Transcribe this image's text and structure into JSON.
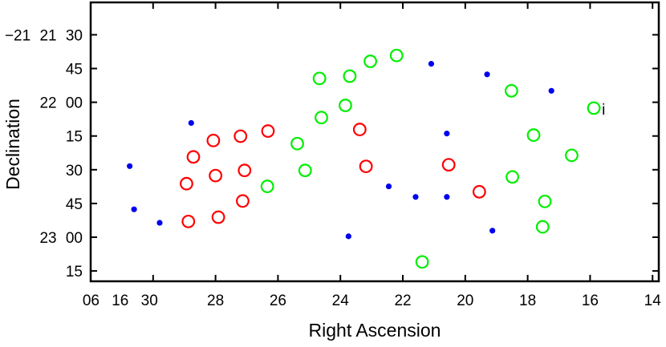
{
  "chart_data": {
    "type": "scatter",
    "title": "",
    "xlabel": "Right Ascension",
    "ylabel": "Declination",
    "xlim": [
      "06:16:32.0",
      "06:16:13.8"
    ],
    "ylim": [
      "-21:21:15.6",
      "-21:23:19.6"
    ],
    "x_reversed": true,
    "grid": false,
    "x_ticks": [
      {
        "value": "06:16:30",
        "label": "06 16 30"
      },
      {
        "value": "06:16:28",
        "label": "28"
      },
      {
        "value": "06:16:26",
        "label": "26"
      },
      {
        "value": "06:16:24",
        "label": "24"
      },
      {
        "value": "06:16:22",
        "label": "22"
      },
      {
        "value": "06:16:20",
        "label": "20"
      },
      {
        "value": "06:16:18",
        "label": "18"
      },
      {
        "value": "06:16:16",
        "label": "16"
      },
      {
        "value": "06:16:14",
        "label": "14"
      }
    ],
    "y_ticks": [
      {
        "value": "-21:21:30",
        "label": "−21 21 30"
      },
      {
        "value": "-21:21:45",
        "label": "45"
      },
      {
        "value": "-21:22:00",
        "label": "22 00"
      },
      {
        "value": "-21:22:15",
        "label": "15"
      },
      {
        "value": "-21:22:30",
        "label": "30"
      },
      {
        "value": "-21:22:45",
        "label": "45"
      },
      {
        "value": "-21:23:00",
        "label": "23 00"
      },
      {
        "value": "-21:23:15",
        "label": "15"
      }
    ],
    "series": [
      {
        "marker": "open-circle",
        "color": "#ff0000",
        "points": [
          [
            "06:16:28.07",
            "-21:22:17.0"
          ],
          [
            "06:16:27.20",
            "-21:22:15.1"
          ],
          [
            "06:16:26.32",
            "-21:22:12.8"
          ],
          [
            "06:16:28.71",
            "-21:22:24.3"
          ],
          [
            "06:16:28.00",
            "-21:22:32.6"
          ],
          [
            "06:16:27.07",
            "-21:22:30.3"
          ],
          [
            "06:16:28.93",
            "-21:22:36.2"
          ],
          [
            "06:16:27.13",
            "-21:22:43.9"
          ],
          [
            "06:16:28.87",
            "-21:22:53.0"
          ],
          [
            "06:16:27.91",
            "-21:22:51.1"
          ],
          [
            "06:16:23.38",
            "-21:22:12.1"
          ],
          [
            "06:16:23.18",
            "-21:22:28.5"
          ],
          [
            "06:16:20.53",
            "-21:22:27.8"
          ],
          [
            "06:16:19.55",
            "-21:22:39.8"
          ]
        ]
      },
      {
        "marker": "open-circle",
        "color": "#00ee00",
        "points": [
          [
            "06:16:24.67",
            "-21:21:49.4"
          ],
          [
            "06:16:23.70",
            "-21:21:48.4"
          ],
          [
            "06:16:23.04",
            "-21:21:41.8"
          ],
          [
            "06:16:23.84",
            "-21:22:01.4"
          ],
          [
            "06:16:24.61",
            "-21:22:06.8"
          ],
          [
            "06:16:25.38",
            "-21:22:18.4"
          ],
          [
            "06:16:25.13",
            "-21:22:30.3"
          ],
          [
            "06:16:26.34",
            "-21:22:37.4"
          ],
          [
            "06:16:22.20",
            "-21:21:39.2"
          ],
          [
            "06:16:18.52",
            "-21:21:54.9"
          ],
          [
            "06:16:15.88",
            "-21:22:02.6"
          ],
          [
            "06:16:17.81",
            "-21:22:14.6"
          ],
          [
            "06:16:16.59",
            "-21:22:23.6"
          ],
          [
            "06:16:18.49",
            "-21:22:33.2"
          ],
          [
            "06:16:17.45",
            "-21:22:44.1"
          ],
          [
            "06:16:17.52",
            "-21:22:55.4"
          ],
          [
            "06:16:21.38",
            "-21:23:11.0"
          ]
        ]
      },
      {
        "marker": "filled-dot",
        "color": "#0000ee",
        "points": [
          [
            "06:16:30.75",
            "-21:22:28.4"
          ],
          [
            "06:16:28.78",
            "-21:22:09.2"
          ],
          [
            "06:16:30.61",
            "-21:22:47.6"
          ],
          [
            "06:16:29.79",
            "-21:22:53.6"
          ],
          [
            "06:16:23.74",
            "-21:22:59.6"
          ],
          [
            "06:16:21.09",
            "-21:21:42.9"
          ],
          [
            "06:16:19.30",
            "-21:21:47.6"
          ],
          [
            "06:16:17.24",
            "-21:21:54.9"
          ],
          [
            "06:16:20.59",
            "-21:22:13.9"
          ],
          [
            "06:16:22.45",
            "-21:22:37.4"
          ],
          [
            "06:16:21.59",
            "-21:22:42.1"
          ],
          [
            "06:16:20.59",
            "-21:22:42.1"
          ],
          [
            "06:16:19.13",
            "-21:22:57.1"
          ]
        ]
      }
    ],
    "annotations": [
      {
        "text": "i",
        "ra": "06:16:15.88",
        "dec": "-21:22:02.6"
      }
    ]
  }
}
